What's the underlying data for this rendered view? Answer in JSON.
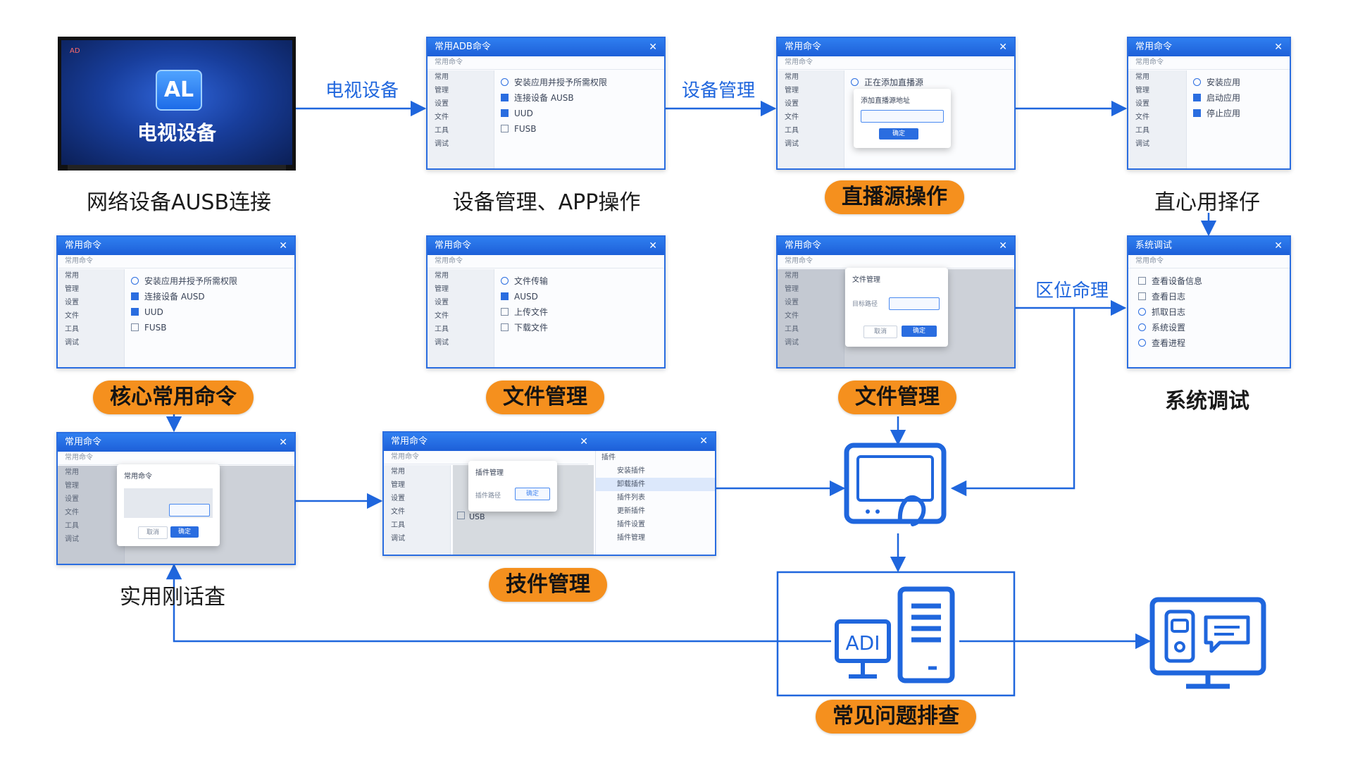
{
  "accent_color": "#2a6de0",
  "pill_color": "#f5901e",
  "tv": {
    "brand": "AD",
    "logo": "AL",
    "title": "电视设备"
  },
  "labels": {
    "network": "网络设备AUSB连接",
    "device_app": "设备管理、APP操作",
    "live_source": "直播源操作",
    "direct_op": "直心用择仔",
    "core_cmd": "核心常用命令",
    "file_mgmt_1": "文件管理",
    "file_mgmt_2": "文件管理",
    "sys_debug": "系统调试",
    "practical": "实用刚话査",
    "plugin_mgmt": "技件管理",
    "faq": "常见问题排查"
  },
  "edges": {
    "tv_device": "电视设备",
    "device_mgmt": "设备管理",
    "zone_cmd": "区位命理"
  },
  "icons": {
    "adi": "ADI",
    "names": [
      "monitor-hand-icon",
      "server-tower-icon",
      "desktop-dashboard-icon"
    ]
  },
  "windows": {
    "common_title": "常用命令",
    "menu": [
      "常用",
      "管理",
      "设置",
      "文件",
      "工具",
      "调试",
      "常用命令"
    ],
    "w_device_app": {
      "title": "常用ADB命令",
      "items": [
        "安装应用并授予所需权限",
        "连接设备 AUSB",
        "UUD",
        "FUSB"
      ]
    },
    "w_live": {
      "title": "常用命令",
      "items": [
        "正在添加直播源"
      ],
      "dialog": "添加直播源地址",
      "dialog_button": "确定"
    },
    "w_direct": {
      "title": "常用命令",
      "items": [
        "安装应用",
        "启动应用",
        "停止应用"
      ]
    },
    "w_core": {
      "title": "常用命令",
      "items": [
        "安装应用并授予所需权限",
        "连接设备 AUSD",
        "UUD",
        "FUSB"
      ]
    },
    "w_file": {
      "title": "常用命令",
      "items": [
        "文件传输",
        "AUSD",
        "上传文件",
        "下载文件"
      ]
    },
    "w_file2": {
      "title": "常用命令",
      "dialog": "文件管理",
      "field_label": "目标路径",
      "ok": "确定",
      "cancel": "取消"
    },
    "w_sys": {
      "title": "系统调试",
      "items": [
        "查看设备信息",
        "查看日志",
        "抓取日志",
        "系统设置",
        "查看进程"
      ]
    },
    "w_practical": {
      "title": "常用命令",
      "dialog": "常用命令",
      "ok": "确定",
      "cancel": "取消"
    },
    "w_plugin": {
      "title": "常用命令",
      "dialog": "插件管理",
      "field_label": "插件路径",
      "ok": "确定",
      "list": [
        "插件",
        "安装插件",
        "卸载插件",
        "插件列表",
        "更新插件",
        "插件设置",
        "插件管理"
      ],
      "extra": "USB"
    }
  }
}
